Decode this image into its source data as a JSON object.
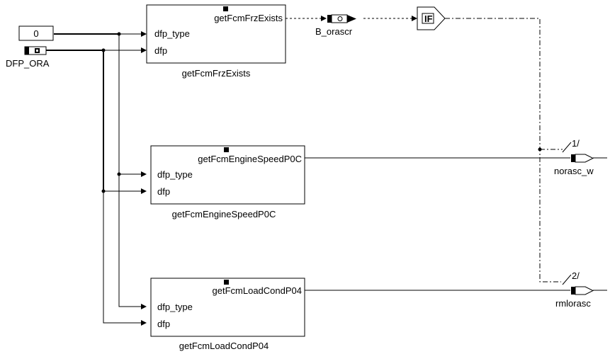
{
  "inputs": {
    "const_value": "0",
    "dfp_label": "DFP_ORA"
  },
  "blocks": {
    "frz": {
      "title": "getFcmFrzExists",
      "port1": "dfp_type",
      "port2": "dfp",
      "caption": "getFcmFrzExists"
    },
    "speed": {
      "title": "getFcmEngineSpeedP0C",
      "port1": "dfp_type",
      "port2": "dfp",
      "caption": "getFcmEngineSpeedP0C"
    },
    "load": {
      "title": "getFcmLoadCondP04",
      "port1": "dfp_type",
      "port2": "dfp",
      "caption": "getFcmLoadCondP04"
    }
  },
  "signals": {
    "bool_var": "B_orascr",
    "if_label": "IF"
  },
  "outputs": {
    "out1_index": "1/",
    "out1_name": "norasc_w",
    "out2_index": "2/",
    "out2_name": "rmlorasc"
  }
}
